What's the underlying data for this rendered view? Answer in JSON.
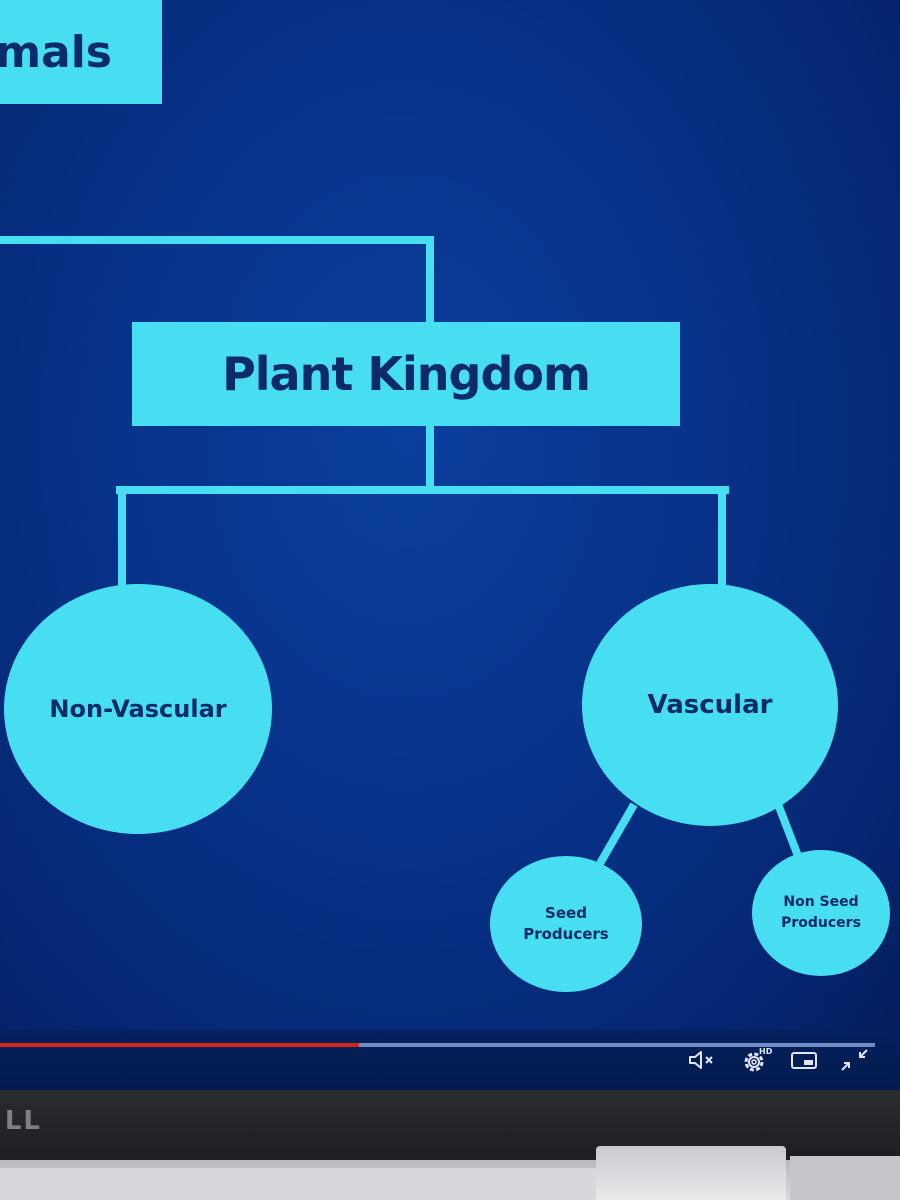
{
  "slide": {
    "prev_title_fragment": "mals",
    "root": "Plant Kingdom",
    "nodes": {
      "non_vascular": "Non-Vascular",
      "vascular": "Vascular",
      "seed_producers_line1": "Seed",
      "seed_producers_line2": "Producers",
      "non_seed_producers_line1": "Non Seed",
      "non_seed_producers_line2": "Producers"
    }
  },
  "player": {
    "progress_fraction": 0.41,
    "icons": [
      "mute-icon",
      "settings-gear-icon",
      "miniplayer-icon",
      "exit-fullscreen-icon"
    ],
    "settings_badge": "HD"
  },
  "device": {
    "bezel_logo_fragment": "LL"
  },
  "colors": {
    "slide_background": "#073288",
    "shape_fill": "#48def1",
    "connector": "#48def1",
    "text": "#0d2a6a",
    "progress_played": "#d4251b",
    "progress_track": "#6f8dc4"
  }
}
